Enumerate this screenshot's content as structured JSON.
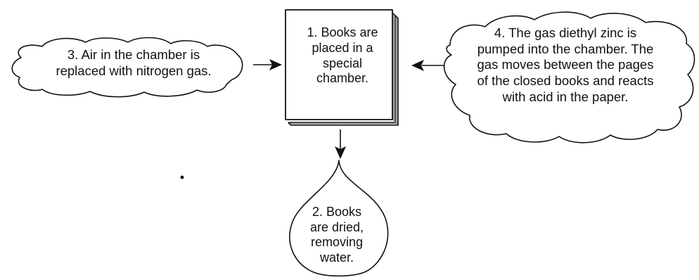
{
  "diagram": {
    "steps": [
      {
        "id": "step1",
        "lines": [
          "1. Books are",
          "placed in a",
          "special",
          "chamber."
        ]
      },
      {
        "id": "step2",
        "lines": [
          "2. Books",
          "are dried,",
          "removing",
          "water."
        ]
      },
      {
        "id": "step3",
        "lines": [
          "3. Air in the chamber is",
          "replaced with nitrogen gas."
        ]
      },
      {
        "id": "step4",
        "lines": [
          "4. The gas diethyl zinc is",
          "pumped into the chamber. The",
          "gas moves between the pages",
          "of the closed books and reacts",
          "with acid in the paper."
        ]
      }
    ],
    "colors": {
      "ink": "#111111",
      "background": "#ffffff"
    }
  }
}
